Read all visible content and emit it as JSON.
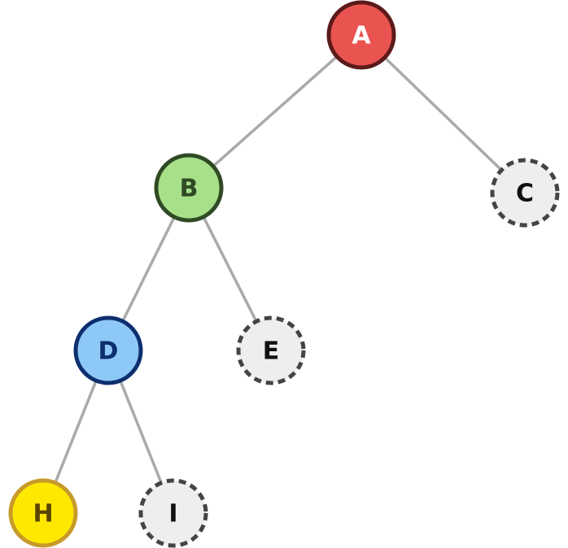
{
  "tree": {
    "nodes": [
      {
        "id": "A",
        "label": "A",
        "fill": "#ea5450",
        "stroke": "#5c1a1a",
        "text_color": "#ffffff",
        "dashed": false
      },
      {
        "id": "B",
        "label": "B",
        "fill": "#a8e08a",
        "stroke": "#2f4a25",
        "text_color": "#2f4a25",
        "dashed": false
      },
      {
        "id": "C",
        "label": "C",
        "fill": "#eeeeee",
        "stroke": "#444444",
        "text_color": "#111111",
        "dashed": true
      },
      {
        "id": "D",
        "label": "D",
        "fill": "#8ec8f7",
        "stroke": "#0d2f6e",
        "text_color": "#0d2f6e",
        "dashed": false
      },
      {
        "id": "E",
        "label": "E",
        "fill": "#eeeeee",
        "stroke": "#444444",
        "text_color": "#111111",
        "dashed": true
      },
      {
        "id": "H",
        "label": "H",
        "fill": "#ffe800",
        "stroke": "#c79a2a",
        "text_color": "#5a4400",
        "dashed": false
      },
      {
        "id": "I",
        "label": "I",
        "fill": "#eeeeee",
        "stroke": "#444444",
        "text_color": "#111111",
        "dashed": true
      }
    ],
    "edges": [
      {
        "from": "A",
        "to": "B"
      },
      {
        "from": "A",
        "to": "C"
      },
      {
        "from": "B",
        "to": "D"
      },
      {
        "from": "B",
        "to": "E"
      },
      {
        "from": "D",
        "to": "H"
      },
      {
        "from": "D",
        "to": "I"
      }
    ],
    "edge_color": "#aaaaaa"
  }
}
